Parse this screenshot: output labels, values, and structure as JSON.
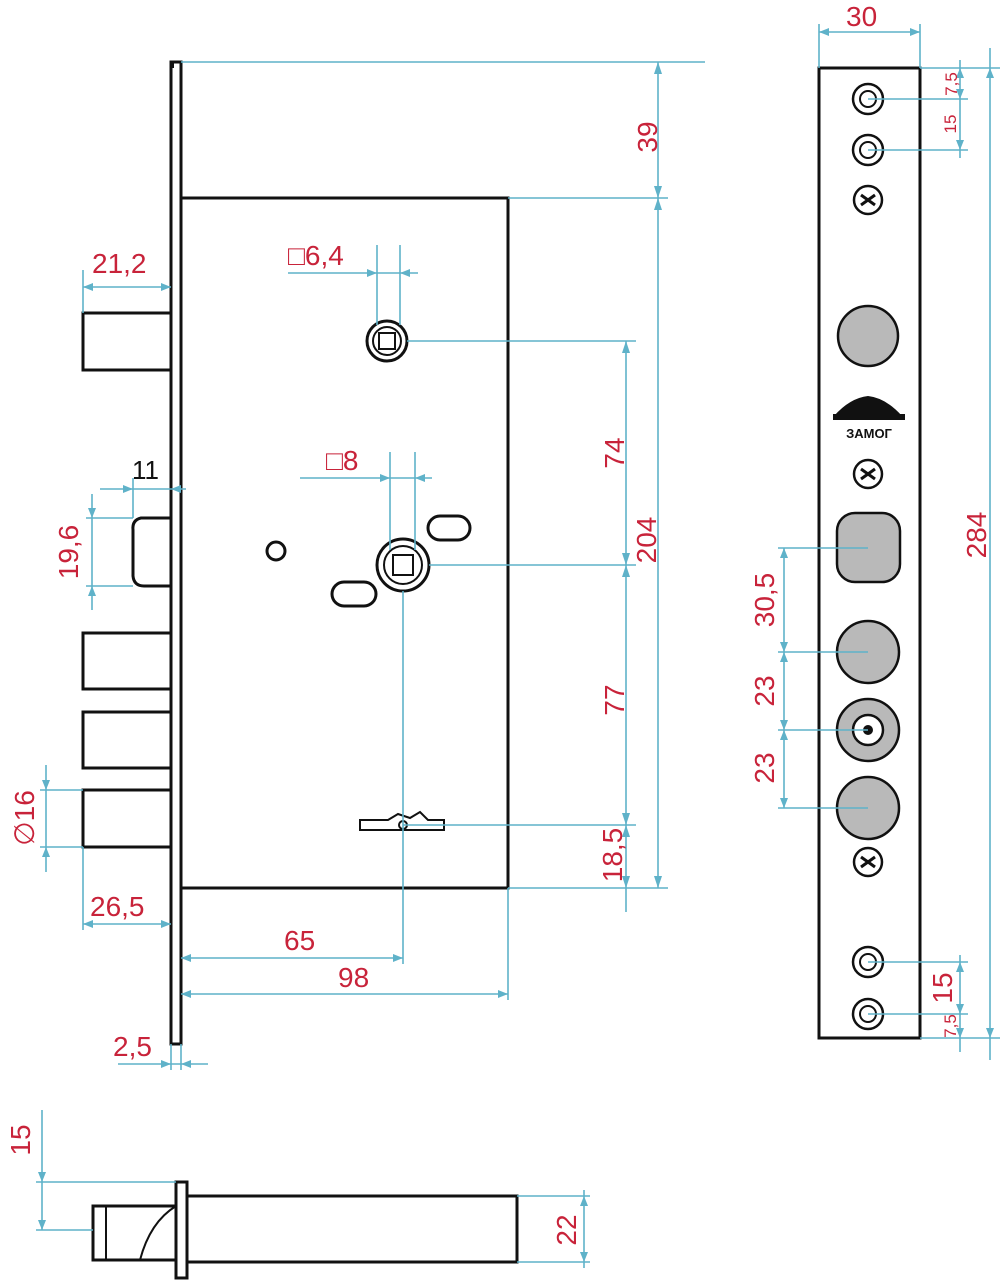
{
  "dimensions": {
    "faceplate_width": "30",
    "total_height": "284",
    "case_offset_top": "39",
    "case_height": "204",
    "spindle_to_key": "74",
    "key_to_cylinder": "77",
    "cylinder_to_bottom": "18,5",
    "backset_cylinder": "65",
    "case_depth": "98",
    "faceplate_thickness": "2,5",
    "upper_bolt_projection": "21,2",
    "latch_projection": "11",
    "latch_height": "19,6",
    "bolt_diameter": "∅16",
    "lower_bolt_projection": "26,5",
    "square_small": "□6,4",
    "square_large": "□8",
    "bolt_spacing_1": "30,5",
    "bolt_spacing_2": "23",
    "bolt_spacing_3": "23",
    "screw_top_edge": "7,5",
    "screw_top_spacing": "15",
    "screw_bottom_spacing": "15",
    "screw_bottom_edge": "7,5",
    "bolt_side_thickness": "15",
    "bolt_side_height": "22"
  },
  "brand_logo": "ЗАМОГ"
}
